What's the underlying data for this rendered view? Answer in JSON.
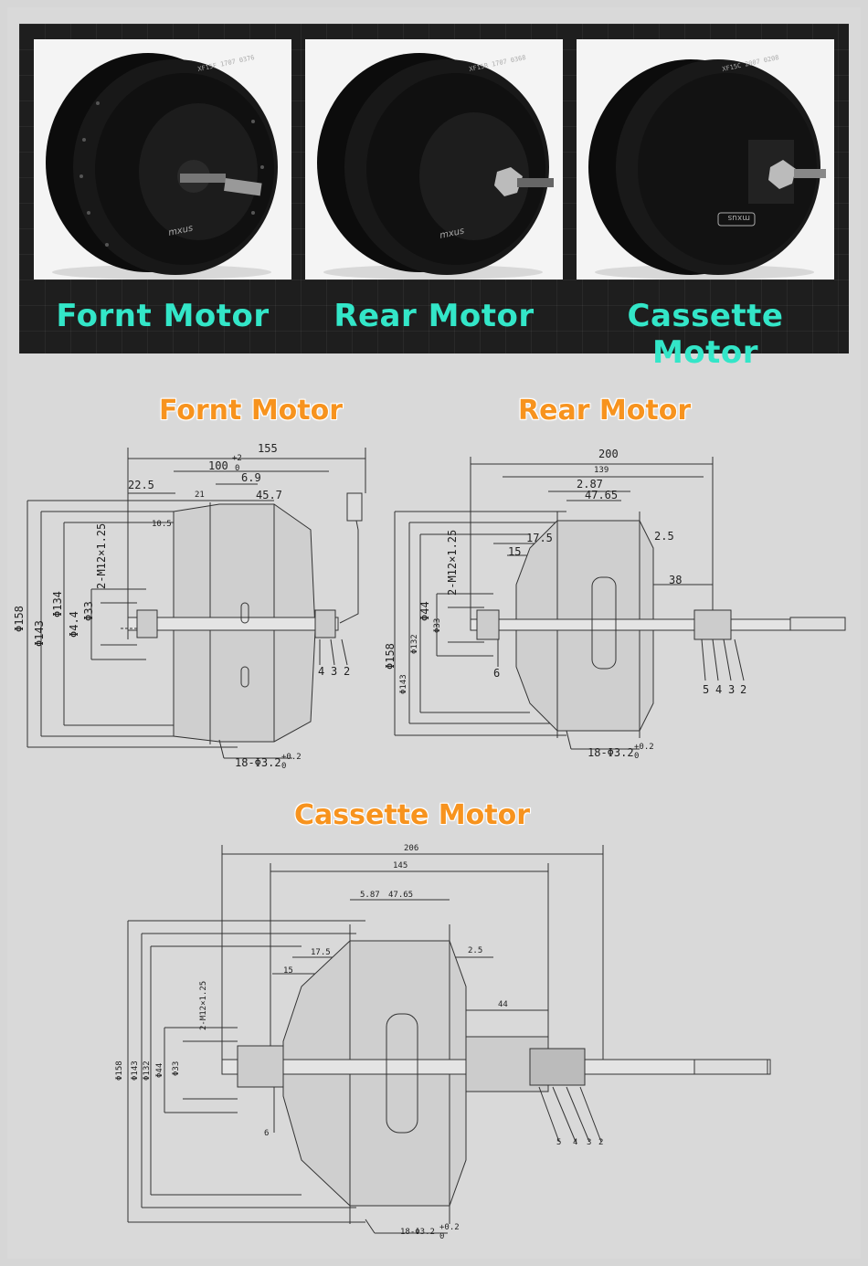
{
  "photos": {
    "front": {
      "caption": "Fornt Motor",
      "logo": "mxus",
      "code": "XF15F 1707 0376"
    },
    "rear": {
      "caption": "Rear Motor",
      "logo": "mxus",
      "code": "XF15R 1707 0368"
    },
    "cassette": {
      "caption": "Cassette Motor",
      "logo": "mxus",
      "code": "XF15C 2007 0208"
    }
  },
  "drawings": {
    "front": {
      "title": "Fornt Motor",
      "dims": {
        "overall": "155",
        "axle": "100",
        "axle_tol_top": "+2",
        "axle_tol_bottom": "0",
        "d1": "22.5",
        "d2": "6.9",
        "d3": "21",
        "d4": "45.7",
        "d5": "10.5",
        "thread": "2-M12×1.25",
        "dia158": "Φ158",
        "dia143": "Φ143",
        "dia134": "Φ134",
        "dia44": "Φ4.4",
        "dia33": "Φ33",
        "parts": [
          "4",
          "3",
          "2"
        ],
        "holes": "18-Φ3.2",
        "holes_tol_top": "+0.2",
        "holes_tol_bottom": "0"
      }
    },
    "rear": {
      "title": "Rear Motor",
      "dims": {
        "overall": "200",
        "d139": "139",
        "d287": "2.87",
        "d4765": "47.65",
        "d175": "17.5",
        "d15": "15",
        "d25": "2.5",
        "d38": "38",
        "thread": "2-M12×1.25",
        "dia44": "Φ44",
        "dia33": "Φ33",
        "dia132": "Φ132",
        "dia158": "Φ158",
        "dia143": "Φ143",
        "part6": "6",
        "parts": [
          "5",
          "4",
          "3",
          "2"
        ],
        "holes": "18-Φ3.2",
        "holes_tol_top": "+0.2",
        "holes_tol_bottom": "0"
      }
    },
    "cassette": {
      "title": "Cassette Motor",
      "dims": {
        "overall": "206",
        "d145": "145",
        "d587": "5.87",
        "d4765": "47.65",
        "d175": "17.5",
        "d15": "15",
        "d25": "2.5",
        "d44": "44",
        "thread": "2-M12×1.25",
        "dia158": "Φ158",
        "dia143": "Φ143",
        "dia132": "Φ132",
        "dia44": "Φ44",
        "dia33": "Φ33",
        "part6": "6",
        "parts": [
          "5",
          "4",
          "3",
          "2"
        ],
        "holes": "18-Φ3.2",
        "holes_tol_top": "+0.2",
        "holes_tol_bottom": "0"
      }
    }
  }
}
